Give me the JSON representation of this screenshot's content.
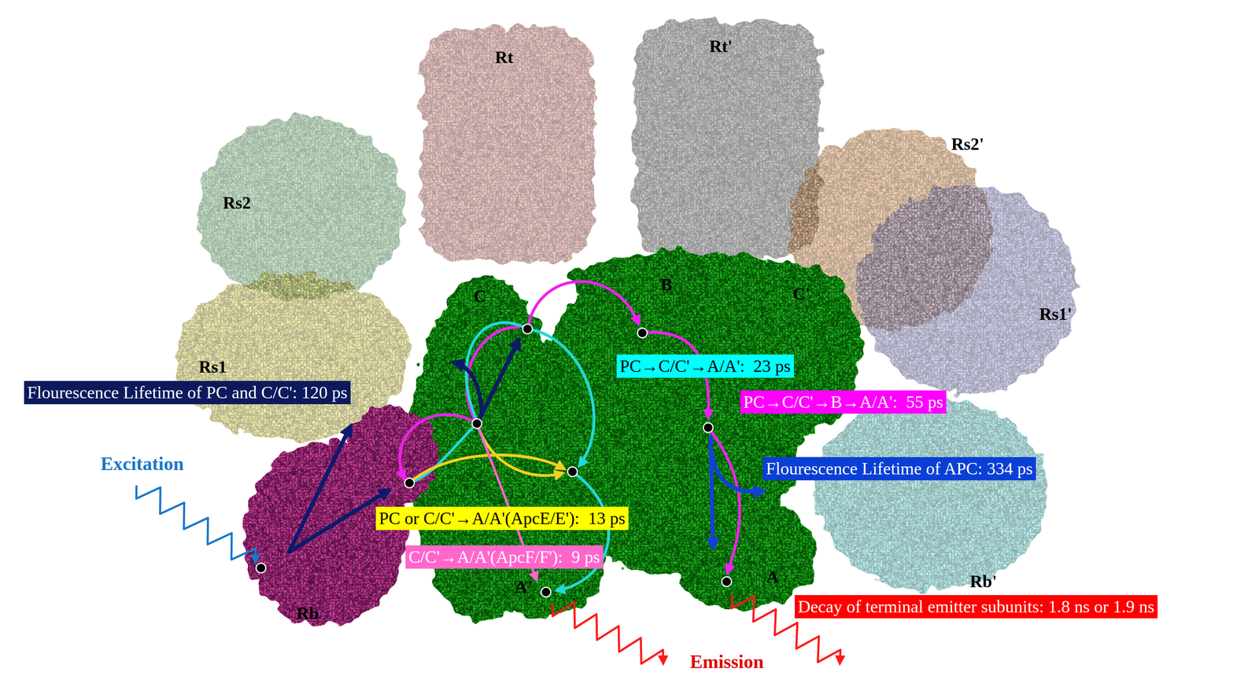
{
  "diagram": {
    "nodes": [
      {
        "text": [
          "PC→C/C'→A/A':  23 ps"
        ]
      },
      {
        "text": [
          "Flourescence Lifetime of PC and C/C': 120 ps"
        ]
      },
      {
        "text": [
          "PC→C/C'→B→A/A':  55 ps"
        ]
      },
      {
        "text": [
          "Flourescence Lifetime of APC: 334 ps"
        ]
      },
      {
        "text": [
          "PC or C/C'→A/A'(ApcE/E'):  13 ps"
        ]
      },
      {
        "text": [
          "C/C'→A/A'(ApcF/F'):  9 ps"
        ]
      },
      {
        "text": [
          "Decay of terminal emitter subunits: 1.8 ns or 1.9 ns"
        ]
      }
    ],
    "labels": [
      "Rt",
      "Rt'",
      "Rs2'",
      "Rs2",
      "C",
      "B",
      "C'",
      "Rs1'",
      "Rs1",
      "Excitation",
      "Rb'",
      "A",
      "A'",
      "Rb",
      "Emission"
    ]
  }
}
